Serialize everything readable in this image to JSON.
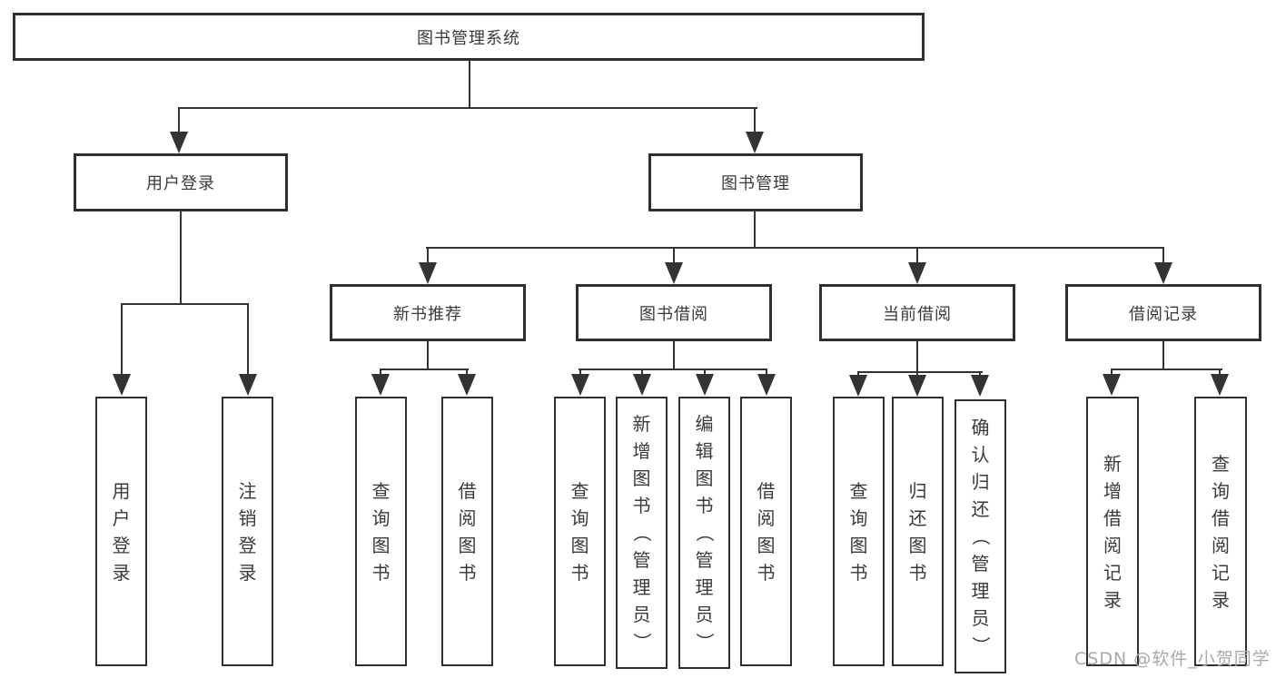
{
  "tree": {
    "root": "图书管理系统",
    "children": [
      {
        "label": "用户登录",
        "children": [
          "用户登录",
          "注销登录"
        ]
      },
      {
        "label": "图书管理",
        "children": [
          {
            "label": "新书推荐",
            "children": [
              "查询图书",
              "借阅图书"
            ]
          },
          {
            "label": "图书借阅",
            "children": [
              "查询图书",
              "新增图书（管理员）",
              "编辑图书（管理员）",
              "借阅图书"
            ]
          },
          {
            "label": "当前借阅",
            "children": [
              "查询图书",
              "归还图书",
              "确认归还（管理员）"
            ]
          },
          {
            "label": "借阅记录",
            "children": [
              "新增借阅记录",
              "查询借阅记录"
            ]
          }
        ]
      }
    ]
  },
  "watermark": {
    "text": "CSDN @软件_小贺同学"
  },
  "colors": {
    "line": "#333333",
    "border": "#2f2f2f",
    "text": "#3a3a3a",
    "watermark_text": "#a9a9a9",
    "background": "#ffffff"
  }
}
